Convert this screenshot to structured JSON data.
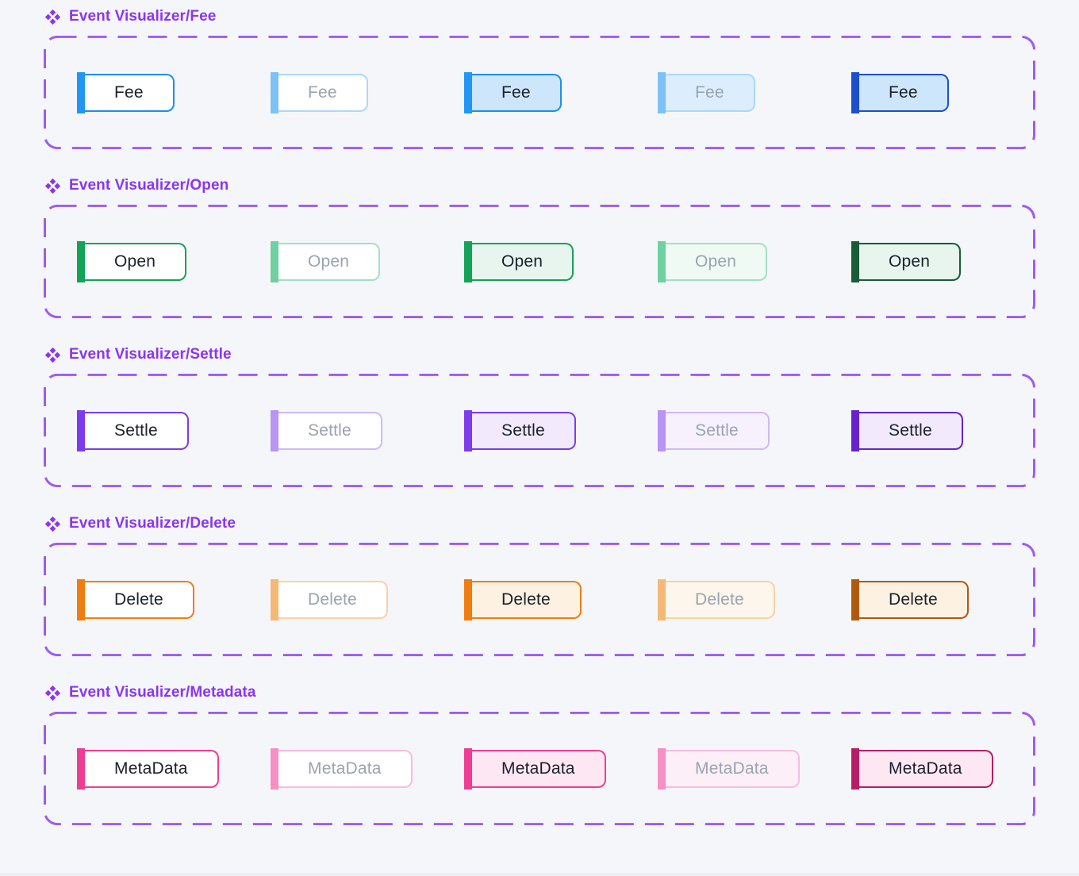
{
  "theme": {
    "page_background": "#f5f6fa",
    "header_color": "#8a35f4",
    "dash_border_color": "#9d5bf3",
    "text_dark": "#1a202c",
    "text_muted": "#9aa3b0"
  },
  "sections": [
    {
      "title": "Event Visualizer/Fee",
      "icon": "figma-component-icon",
      "chips": [
        {
          "label": "Fee",
          "bg": "#ffffff",
          "bar": "#2196f4",
          "border": "#1a8ff2",
          "text": "#1a202c"
        },
        {
          "label": "Fee",
          "bg": "#ffffff",
          "bar": "#7dc1f8",
          "border": "#acd7fa",
          "text": "#9aa3b0"
        },
        {
          "label": "Fee",
          "bg": "#cde6fc",
          "bar": "#2196f4",
          "border": "#1a8ff2",
          "text": "#1a202c"
        },
        {
          "label": "Fee",
          "bg": "#dcedfd",
          "bar": "#7dc1f8",
          "border": "#acd7fa",
          "text": "#9aa3b0"
        },
        {
          "label": "Fee",
          "bg": "#cde6fc",
          "bar": "#1b4fcd",
          "border": "#1b4fcd",
          "text": "#1a202c"
        }
      ]
    },
    {
      "title": "Event Visualizer/Open",
      "icon": "figma-component-icon",
      "chips": [
        {
          "label": "Open",
          "bg": "#ffffff",
          "bar": "#12a356",
          "border": "#12a356",
          "text": "#1a202c"
        },
        {
          "label": "Open",
          "bg": "#ffffff",
          "bar": "#6fd0a1",
          "border": "#a2e0c5",
          "text": "#9aa3b0"
        },
        {
          "label": "Open",
          "bg": "#e8f5ee",
          "bar": "#12a356",
          "border": "#12a356",
          "text": "#1a202c"
        },
        {
          "label": "Open",
          "bg": "#f0faf4",
          "bar": "#6fd0a1",
          "border": "#a2e0c5",
          "text": "#9aa3b0"
        },
        {
          "label": "Open",
          "bg": "#e8f5ee",
          "bar": "#185c38",
          "border": "#185c38",
          "text": "#1a202c"
        }
      ]
    },
    {
      "title": "Event Visualizer/Settle",
      "icon": "figma-component-icon",
      "chips": [
        {
          "label": "Settle",
          "bg": "#ffffff",
          "bar": "#7c3bec",
          "border": "#7c3bec",
          "text": "#1a202c"
        },
        {
          "label": "Settle",
          "bg": "#ffffff",
          "bar": "#b894f4",
          "border": "#d0b8f8",
          "text": "#9aa3b0"
        },
        {
          "label": "Settle",
          "bg": "#f2eafc",
          "bar": "#7c3bec",
          "border": "#7c3bec",
          "text": "#1a202c"
        },
        {
          "label": "Settle",
          "bg": "#f7f1fd",
          "bar": "#b894f4",
          "border": "#d0b8f8",
          "text": "#9aa3b0"
        },
        {
          "label": "Settle",
          "bg": "#f2eafc",
          "bar": "#6423cd",
          "border": "#6423cd",
          "text": "#1a202c"
        }
      ]
    },
    {
      "title": "Event Visualizer/Delete",
      "icon": "figma-component-icon",
      "chips": [
        {
          "label": "Delete",
          "bg": "#ffffff",
          "bar": "#ef7d10",
          "border": "#ef7d10",
          "text": "#1a202c"
        },
        {
          "label": "Delete",
          "bg": "#ffffff",
          "bar": "#f6b877",
          "border": "#f9d2a3",
          "text": "#9aa3b0"
        },
        {
          "label": "Delete",
          "bg": "#fdf1e1",
          "bar": "#ef7d10",
          "border": "#ef7d10",
          "text": "#1a202c"
        },
        {
          "label": "Delete",
          "bg": "#fdf6ec",
          "bar": "#f6b877",
          "border": "#f9d2a3",
          "text": "#9aa3b0"
        },
        {
          "label": "Delete",
          "bg": "#fdf1e1",
          "bar": "#b05a0d",
          "border": "#b05a0d",
          "text": "#1a202c"
        }
      ]
    },
    {
      "title": "Event Visualizer/Metadata",
      "icon": "figma-component-icon",
      "chips": [
        {
          "label": "MetaData",
          "bg": "#ffffff",
          "bar": "#ee3d92",
          "border": "#ee3d92",
          "text": "#1a202c"
        },
        {
          "label": "MetaData",
          "bg": "#ffffff",
          "bar": "#f490c4",
          "border": "#f8bcdb",
          "text": "#9aa3b0"
        },
        {
          "label": "MetaData",
          "bg": "#fce7f3",
          "bar": "#ee3d92",
          "border": "#ee3d92",
          "text": "#1a202c"
        },
        {
          "label": "MetaData",
          "bg": "#fdeff7",
          "bar": "#f490c4",
          "border": "#f8bcdb",
          "text": "#9aa3b0"
        },
        {
          "label": "MetaData",
          "bg": "#fce7f3",
          "bar": "#b81e67",
          "border": "#b81e67",
          "text": "#1a202c"
        }
      ]
    }
  ]
}
